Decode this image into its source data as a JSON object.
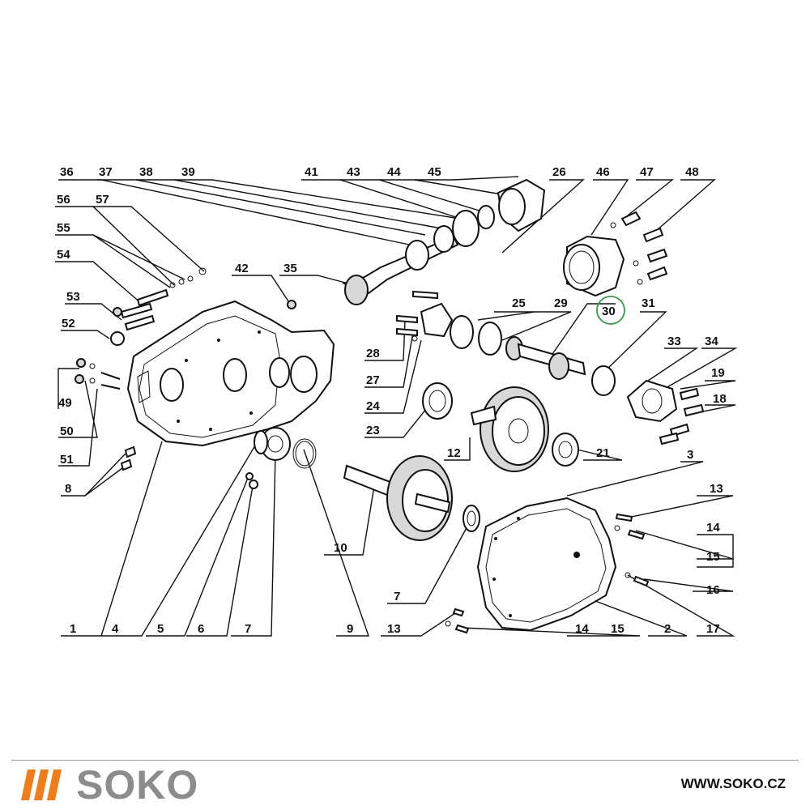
{
  "highlight_color": "#2e9c4a",
  "accent_color": "#f07d1a",
  "brand": {
    "name": "SOKO",
    "website": "WWW.SOKO.CZ"
  },
  "callouts": {
    "c36": "36",
    "c37": "37",
    "c38": "38",
    "c39": "39",
    "c41": "41",
    "c43": "43",
    "c44": "44",
    "c45": "45",
    "c26": "26",
    "c46": "46",
    "c47": "47",
    "c48": "48",
    "c56": "56",
    "c57": "57",
    "c55": "55",
    "c54": "54",
    "c42": "42",
    "c35": "35",
    "c53": "53",
    "c52": "52",
    "c49": "49",
    "c50": "50",
    "c51": "51",
    "c8": "8",
    "c25": "25",
    "c29": "29",
    "c30": "30",
    "c31": "31",
    "c28": "28",
    "c27": "27",
    "c24": "24",
    "c23": "23",
    "c33": "33",
    "c34": "34",
    "c19": "19",
    "c18": "18",
    "c12": "12",
    "c21": "21",
    "c3": "3",
    "c13a": "13",
    "c14a": "14",
    "c15a": "15",
    "c16": "16",
    "c17": "17",
    "c10": "10",
    "c7a": "7",
    "c13b": "13",
    "c14b": "14",
    "c15b": "15",
    "c2": "2",
    "c1": "1",
    "c4": "4",
    "c5": "5",
    "c6": "6",
    "c7b": "7",
    "c9": "9"
  }
}
